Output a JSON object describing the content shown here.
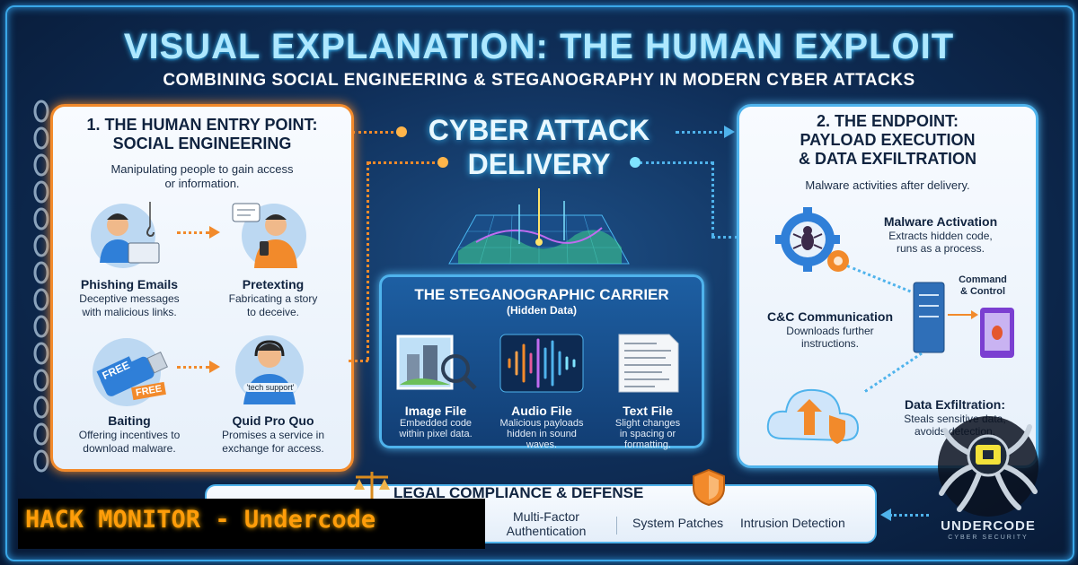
{
  "header": {
    "title": "VISUAL EXPLANATION: THE HUMAN EXPLOIT",
    "subtitle": "COMBINING SOCIAL ENGINEERING & STEGANOGRAPHY IN MODERN CYBER ATTACKS"
  },
  "left_panel": {
    "title_line1": "1. THE HUMAN ENTRY POINT:",
    "title_line2": "SOCIAL ENGINEERING",
    "desc_line1": "Manipulating people to gain access",
    "desc_line2": "or information.",
    "items": [
      {
        "title": "Phishing Emails",
        "desc_line1": "Deceptive messages",
        "desc_line2": "with malicious links."
      },
      {
        "title": "Pretexting",
        "desc_line1": "Fabricating a story",
        "desc_line2": "to deceive."
      },
      {
        "title": "Baiting",
        "desc_line1": "Offering incentives to",
        "desc_line2": "download malware.",
        "badge1": "FREE",
        "badge2": "FREE"
      },
      {
        "title": "Quid Pro Quo",
        "desc_line1": "Promises a service in",
        "desc_line2": "exchange for access.",
        "badge": "'tech support'"
      }
    ]
  },
  "center": {
    "title_line1": "CYBER ATTACK",
    "title_line2": "DELIVERY",
    "carrier": {
      "title": "THE STEGANOGRAPHIC CARRIER",
      "subtitle": "(Hidden Data)",
      "files": [
        {
          "title": "Image File",
          "desc_line1": "Embedded code",
          "desc_line2": "within pixel data."
        },
        {
          "title": "Audio File",
          "desc_line1": "Malicious payloads",
          "desc_line2": "hidden in sound",
          "desc_line3": "waves."
        },
        {
          "title": "Text File",
          "desc_line1": "Slight changes",
          "desc_line2": "in spacing or",
          "desc_line3": "formatting."
        }
      ]
    }
  },
  "right_panel": {
    "title_line1": "2. THE ENDPOINT:",
    "title_line2": "PAYLOAD EXECUTION",
    "title_line3": "& DATA EXFILTRATION",
    "desc": "Malware activities after delivery.",
    "malware": {
      "title": "Malware Activation",
      "desc_line1": "Extracts hidden code,",
      "desc_line2": "runs as a process."
    },
    "command_label_line1": "Command",
    "command_label_line2": "& Control",
    "cc": {
      "title": "C&C Communication",
      "desc_line1": "Downloads further",
      "desc_line2": "instructions."
    },
    "exfil": {
      "title": "Data Exfiltration:",
      "desc_line1": "Steals sensitive data,",
      "desc_line2": "avoids detection."
    }
  },
  "legal": {
    "title": "LEGAL COMPLIANCE & DEFENSE",
    "items": [
      "Multi-Factor Authentication",
      "System Patches",
      "Intrusion Detection"
    ],
    "mfa_line1": "Multi-Factor",
    "mfa_line2": "Authentication"
  },
  "banner": {
    "text": "HACK MONITOR - Undercode"
  },
  "logo": {
    "name": "UNDERCODE",
    "tagline": "CYBER SECURITY"
  },
  "colors": {
    "accent_orange": "#f28a2b",
    "accent_blue": "#4fb3ec",
    "background": "#0f2e58",
    "banner_text": "#ff9d0a"
  }
}
